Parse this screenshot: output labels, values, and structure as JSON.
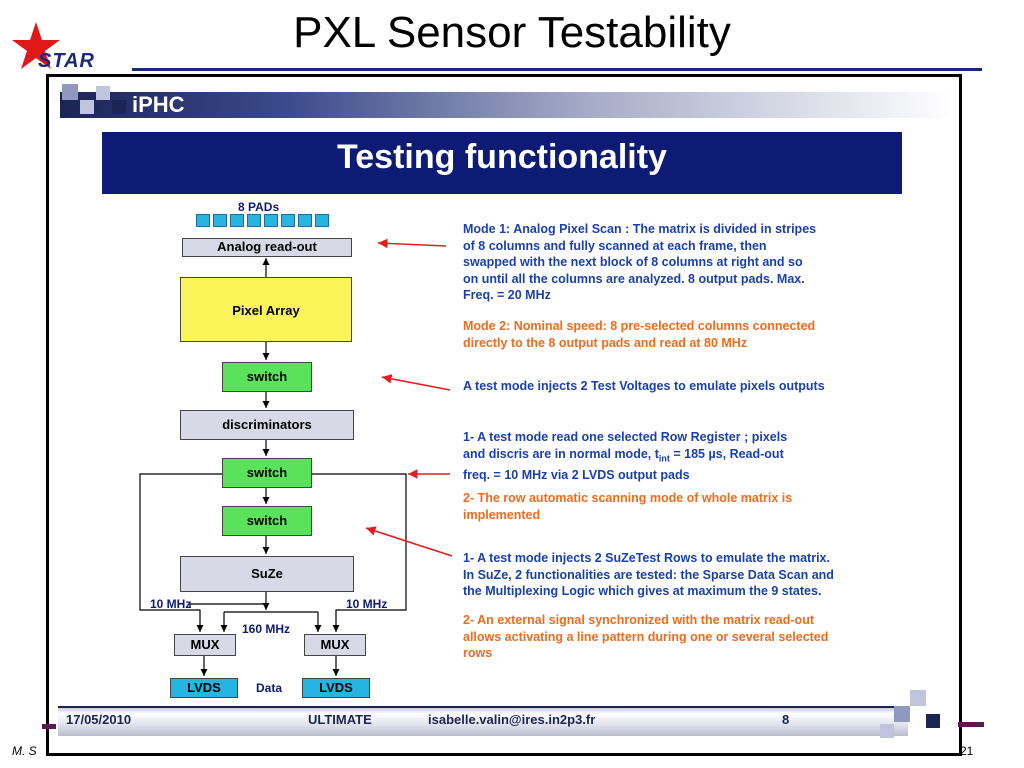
{
  "slide": {
    "title": "PXL Sensor Testability",
    "logo_text": "STAR",
    "author_partial": "M. S",
    "page_number": "21"
  },
  "embedded": {
    "institute": "iPHC",
    "heading": "Testing functionality",
    "diagram": {
      "pads_label": "8 PADs",
      "analog_readout": "Analog read-out",
      "pixel_array": "Pixel Array",
      "switch1": "switch",
      "discriminators": "discriminators",
      "switch2": "switch",
      "switch3": "switch",
      "suze": "SuZe",
      "freq_left": "10 MHz",
      "freq_right": "10 MHz",
      "freq_mid": "160 MHz",
      "mux_left": "MUX",
      "mux_right": "MUX",
      "lvds_left": "LVDS",
      "lvds_right": "LVDS",
      "data_label": "Data"
    },
    "text": {
      "mode1_lines": [
        "Mode 1: Analog Pixel Scan : The matrix is divided in stripes",
        "of 8 columns and fully scanned at each frame, then",
        "swapped with the next block of 8 columns at right and so",
        "on until all the columns are analyzed.  8 output pads. Max.",
        "Freq. =  20 MHz"
      ],
      "mode2_lines": [
        "Mode 2: Nominal speed: 8 pre-selected columns connected",
        "directly to the 8 output pads and read at 80 MHz"
      ],
      "test_voltages": "A test mode injects 2 Test Voltages to emulate pixels outputs",
      "row_reg_line1": "1- A test mode read one selected Row Register ; pixels",
      "row_reg_line2_a": "and discris are in normal mode, t",
      "row_reg_line2_sub": "int",
      "row_reg_line2_b": " = 185 µs, Read-out",
      "row_reg_line3": "freq. = 10 MHz via 2 LVDS output pads",
      "row_auto_lines": [
        "2- The row automatic scanning mode of whole matrix  is",
        "implemented"
      ],
      "suze_test_lines": [
        "1- A test mode injects 2 SuZeTest Rows to emulate the matrix.",
        "In SuZe, 2 functionalities are tested: the Sparse Data Scan and",
        "the Multiplexing Logic which gives at maximum the 9 states."
      ],
      "external_lines": [
        "2- An external signal synchronized with the matrix read-out",
        "allows activating a line pattern during one or several selected",
        "rows"
      ]
    },
    "footer": {
      "date": "17/05/2010",
      "project": "ULTIMATE",
      "email": "isabelle.valin@ires.in2p3.fr",
      "page": "8"
    }
  },
  "colors": {
    "navy": "#0e1b75",
    "blue_text": "#1a3fb0",
    "orange_text": "#f26a1b",
    "pixel_array": "#fbf55a",
    "switch_green": "#5ae35a",
    "gray_box": "#d8d8e6",
    "lvds_cyan": "#26b5e0",
    "arrow_red": "#e02020"
  }
}
